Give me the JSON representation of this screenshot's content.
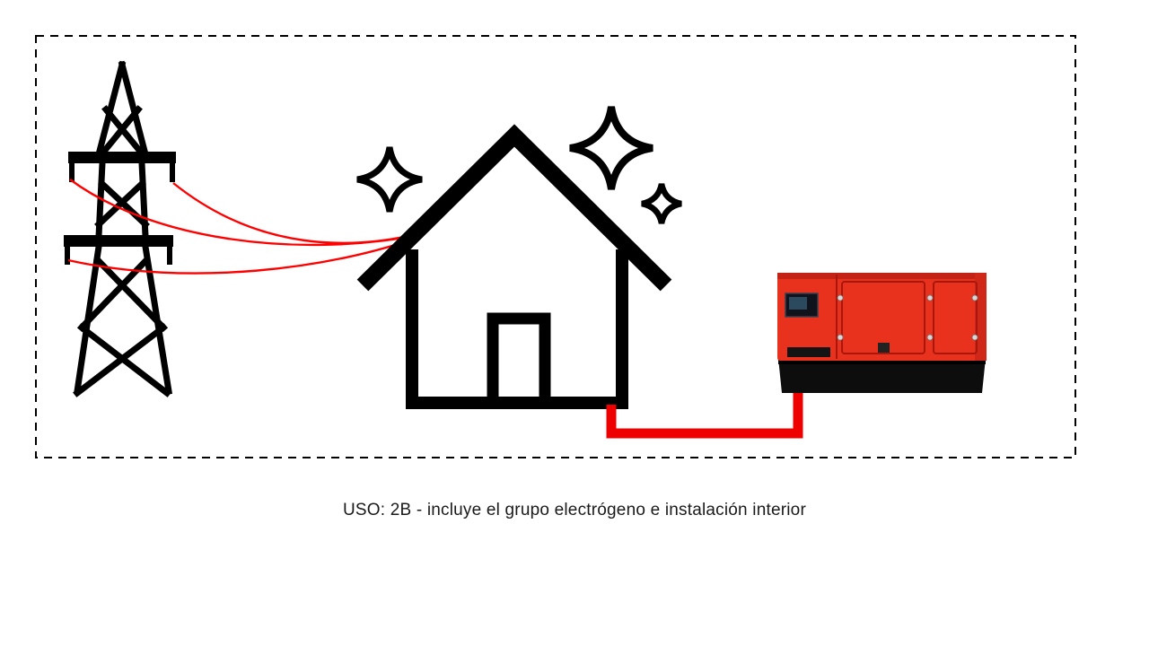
{
  "caption": "USO: 2B - incluye el grupo electrógeno e instalación interior",
  "colors": {
    "outline": "#000000",
    "wire": "#ff0000",
    "cable": "#ee0000",
    "generator_red": "#e8321e",
    "generator_red_dark": "#c22315",
    "generator_base": "#0d0d0d",
    "background": "#ffffff",
    "caption_text": "#1a1a1a"
  },
  "icons": {
    "tower": "transmission-tower-icon",
    "house": "house-icon",
    "sparkle": "sparkle-icon",
    "generator": "diesel-generator-image",
    "wires": "power-line-wires",
    "cable": "generator-cable"
  }
}
